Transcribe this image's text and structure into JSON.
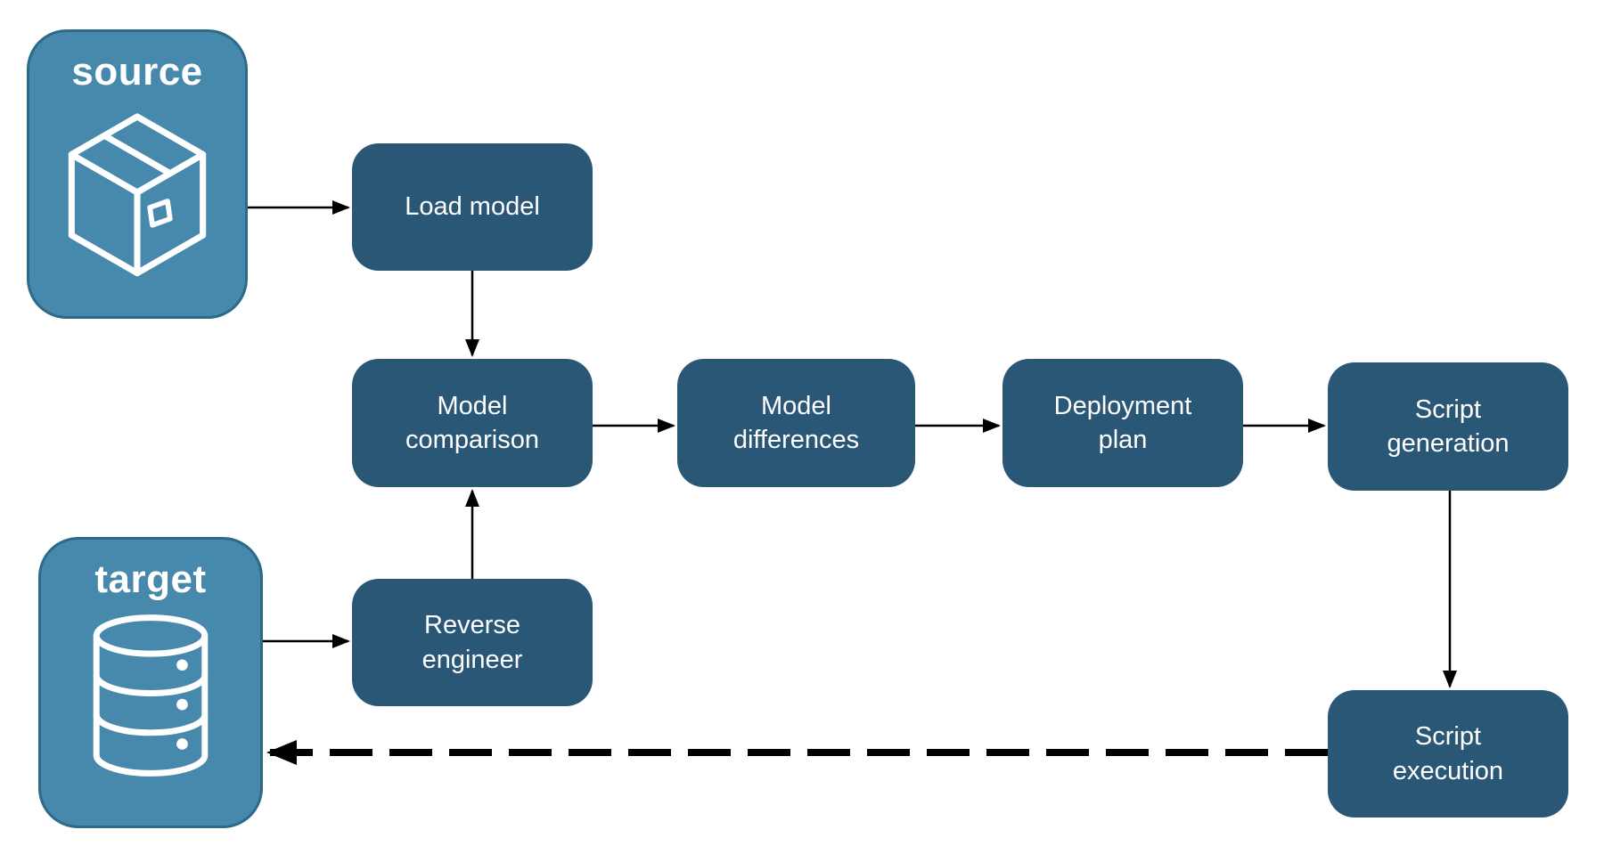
{
  "diagram": {
    "endpoints": {
      "source": {
        "label": "source",
        "icon": "package-icon"
      },
      "target": {
        "label": "target",
        "icon": "database-icon"
      }
    },
    "nodes": {
      "load_model": {
        "label": "Load model"
      },
      "model_comparison": {
        "label": "Model\ncomparison"
      },
      "model_differences": {
        "label": "Model\ndifferences"
      },
      "deployment_plan": {
        "label": "Deployment\nplan"
      },
      "script_generation": {
        "label": "Script\ngeneration"
      },
      "reverse_engineer": {
        "label": "Reverse\nengineer"
      },
      "script_execution": {
        "label": "Script\nexecution"
      }
    },
    "edges": [
      {
        "from": "source",
        "to": "load_model",
        "style": "solid"
      },
      {
        "from": "load_model",
        "to": "model_comparison",
        "style": "solid"
      },
      {
        "from": "model_comparison",
        "to": "model_differences",
        "style": "solid"
      },
      {
        "from": "model_differences",
        "to": "deployment_plan",
        "style": "solid"
      },
      {
        "from": "deployment_plan",
        "to": "script_generation",
        "style": "solid"
      },
      {
        "from": "script_generation",
        "to": "script_execution",
        "style": "solid"
      },
      {
        "from": "target",
        "to": "reverse_engineer",
        "style": "solid"
      },
      {
        "from": "reverse_engineer",
        "to": "model_comparison",
        "style": "solid"
      },
      {
        "from": "script_execution",
        "to": "target",
        "style": "dashed"
      }
    ],
    "colors": {
      "node_fill": "#2B5777",
      "endpoint_fill": "#4689AD",
      "endpoint_border": "#2C6A88",
      "text": "#FFFFFF",
      "arrow": "#000000",
      "background": "#FFFFFF"
    }
  }
}
